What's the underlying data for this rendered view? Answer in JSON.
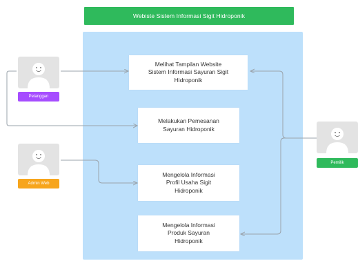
{
  "title": "Webiste Sistem Informasi Sigit Hidroponik",
  "colors": {
    "title_bg": "#2fba5c",
    "system_bg": "#bde0fb",
    "pelanggan_badge": "#a64dff",
    "admin_badge": "#f7a51c",
    "pemilik_badge": "#2fba5c",
    "connector": "#9aa3ab"
  },
  "actors": [
    {
      "label": "Pelanggan",
      "icon": "user-avatar-icon"
    },
    {
      "label": "Admin Web",
      "icon": "user-avatar-icon"
    },
    {
      "label": "Pemilik",
      "icon": "user-avatar-icon"
    }
  ],
  "use_cases": [
    {
      "text": "Melihat Tampilan Website\nSistem Informasi Sayuran Sigit\nHidroponik"
    },
    {
      "text": "Melakukan Pemesanan\nSayuran Hidroponik"
    },
    {
      "text": "Mengelola Informasi\nProfil Usaha Sigit\nHidroponik"
    },
    {
      "text": "Mengelola Informasi\nProduk Sayuran\nHidroponik"
    }
  ]
}
